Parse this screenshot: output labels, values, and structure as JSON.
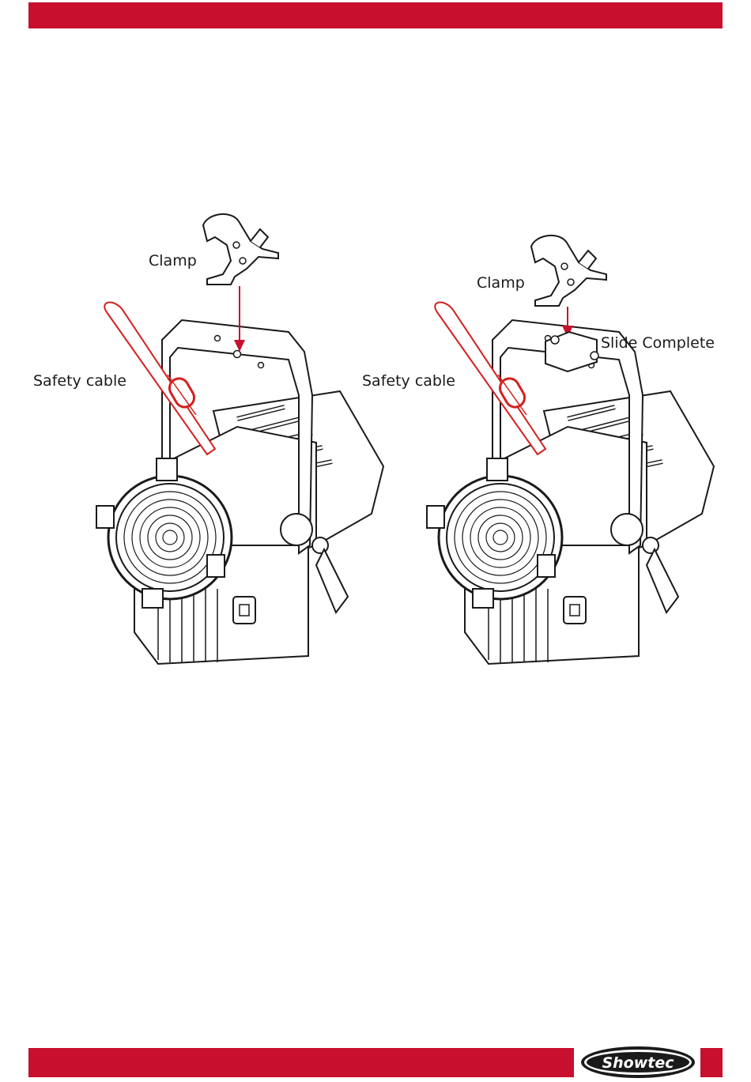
{
  "header": {
    "band_color": "#c8102e"
  },
  "figures": [
    {
      "clamp_label": "Clamp",
      "safety_cable_label": "Safety cable"
    },
    {
      "clamp_label": "Clamp",
      "safety_cable_label": "Safety cable",
      "slide_label": "Slide Complete"
    }
  ],
  "footer": {
    "band_color": "#c8102e",
    "logo_text": "Showtec"
  },
  "colors": {
    "accent": "#c8102e",
    "cable": "#d42020",
    "line": "#1a1a1a"
  }
}
